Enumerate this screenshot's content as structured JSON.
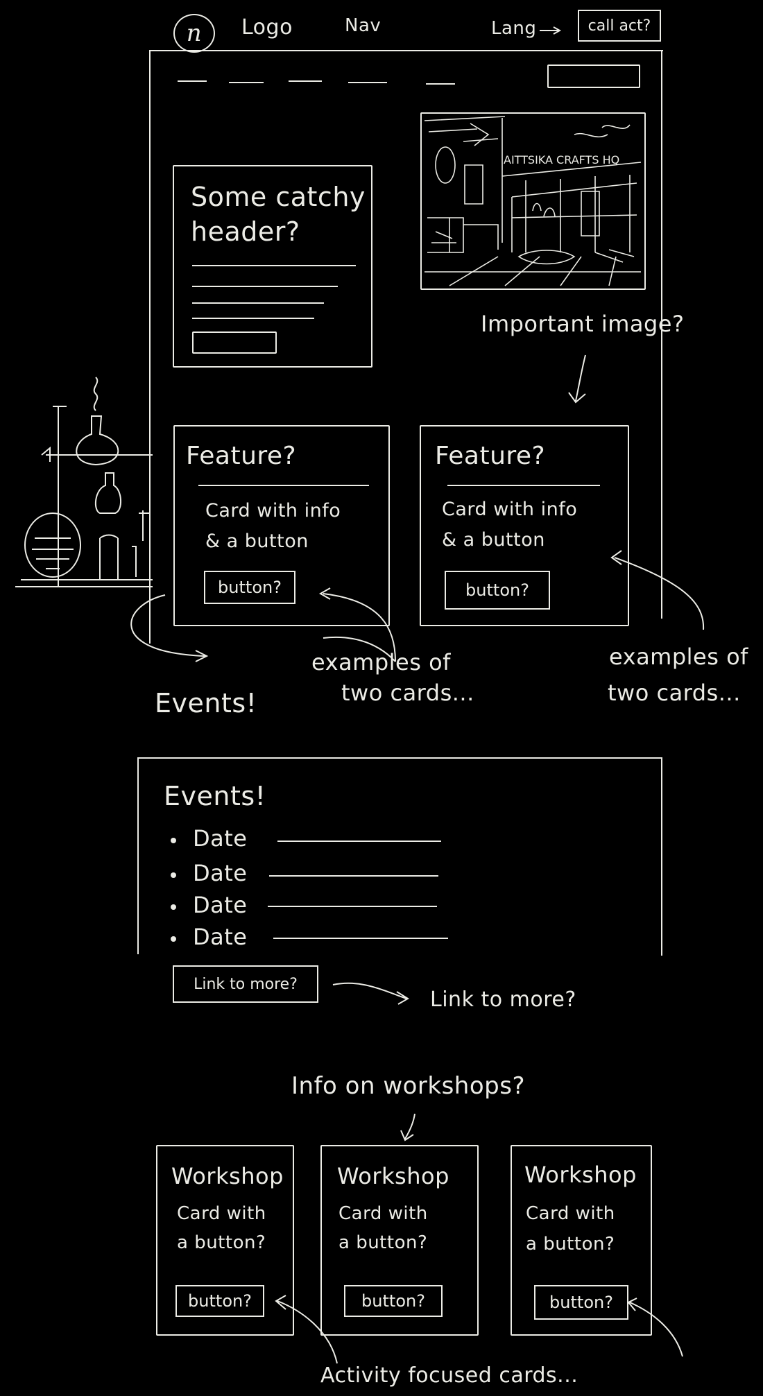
{
  "header": {
    "logo_mark": "n",
    "logo_label": "Logo",
    "nav_label": "Nav",
    "lang_label": "Lang",
    "call_to_action_label": "call act?"
  },
  "hero": {
    "headline_line1": "Some catchy",
    "headline_line2": "header?"
  },
  "annotations": {
    "important_image": "Important image?",
    "examples_cards_left_1": "examples of",
    "examples_cards_left_2": "two cards...",
    "examples_cards_right_1": "examples of",
    "examples_cards_right_2": "two cards...",
    "events_callout": "Events!",
    "link_more_callout": "Link to more?",
    "workshops_info": "Info on workshops?",
    "activity_cards": "Activity focused cards..."
  },
  "image_sign": "AITTSIKA CRAFTS HQ",
  "features": [
    {
      "title": "Feature?",
      "body_line1": "Card with info",
      "body_line2": "& a button",
      "button_label": "button?"
    },
    {
      "title": "Feature?",
      "body_line1": "Card with info",
      "body_line2": "& a button",
      "button_label": "button?"
    }
  ],
  "events": {
    "title": "Events!",
    "items": [
      "Date",
      "Date",
      "Date",
      "Date"
    ],
    "link_label": "Link to more?"
  },
  "workshops": [
    {
      "title": "Workshop",
      "body_line1": "Card with",
      "body_line2": "a button?",
      "button_label": "button?"
    },
    {
      "title": "Workshop",
      "body_line1": "Card with",
      "body_line2": "a button?",
      "button_label": "button?"
    },
    {
      "title": "Workshop",
      "body_line1": "Card with",
      "body_line2": "a button?",
      "button_label": "button?"
    }
  ]
}
